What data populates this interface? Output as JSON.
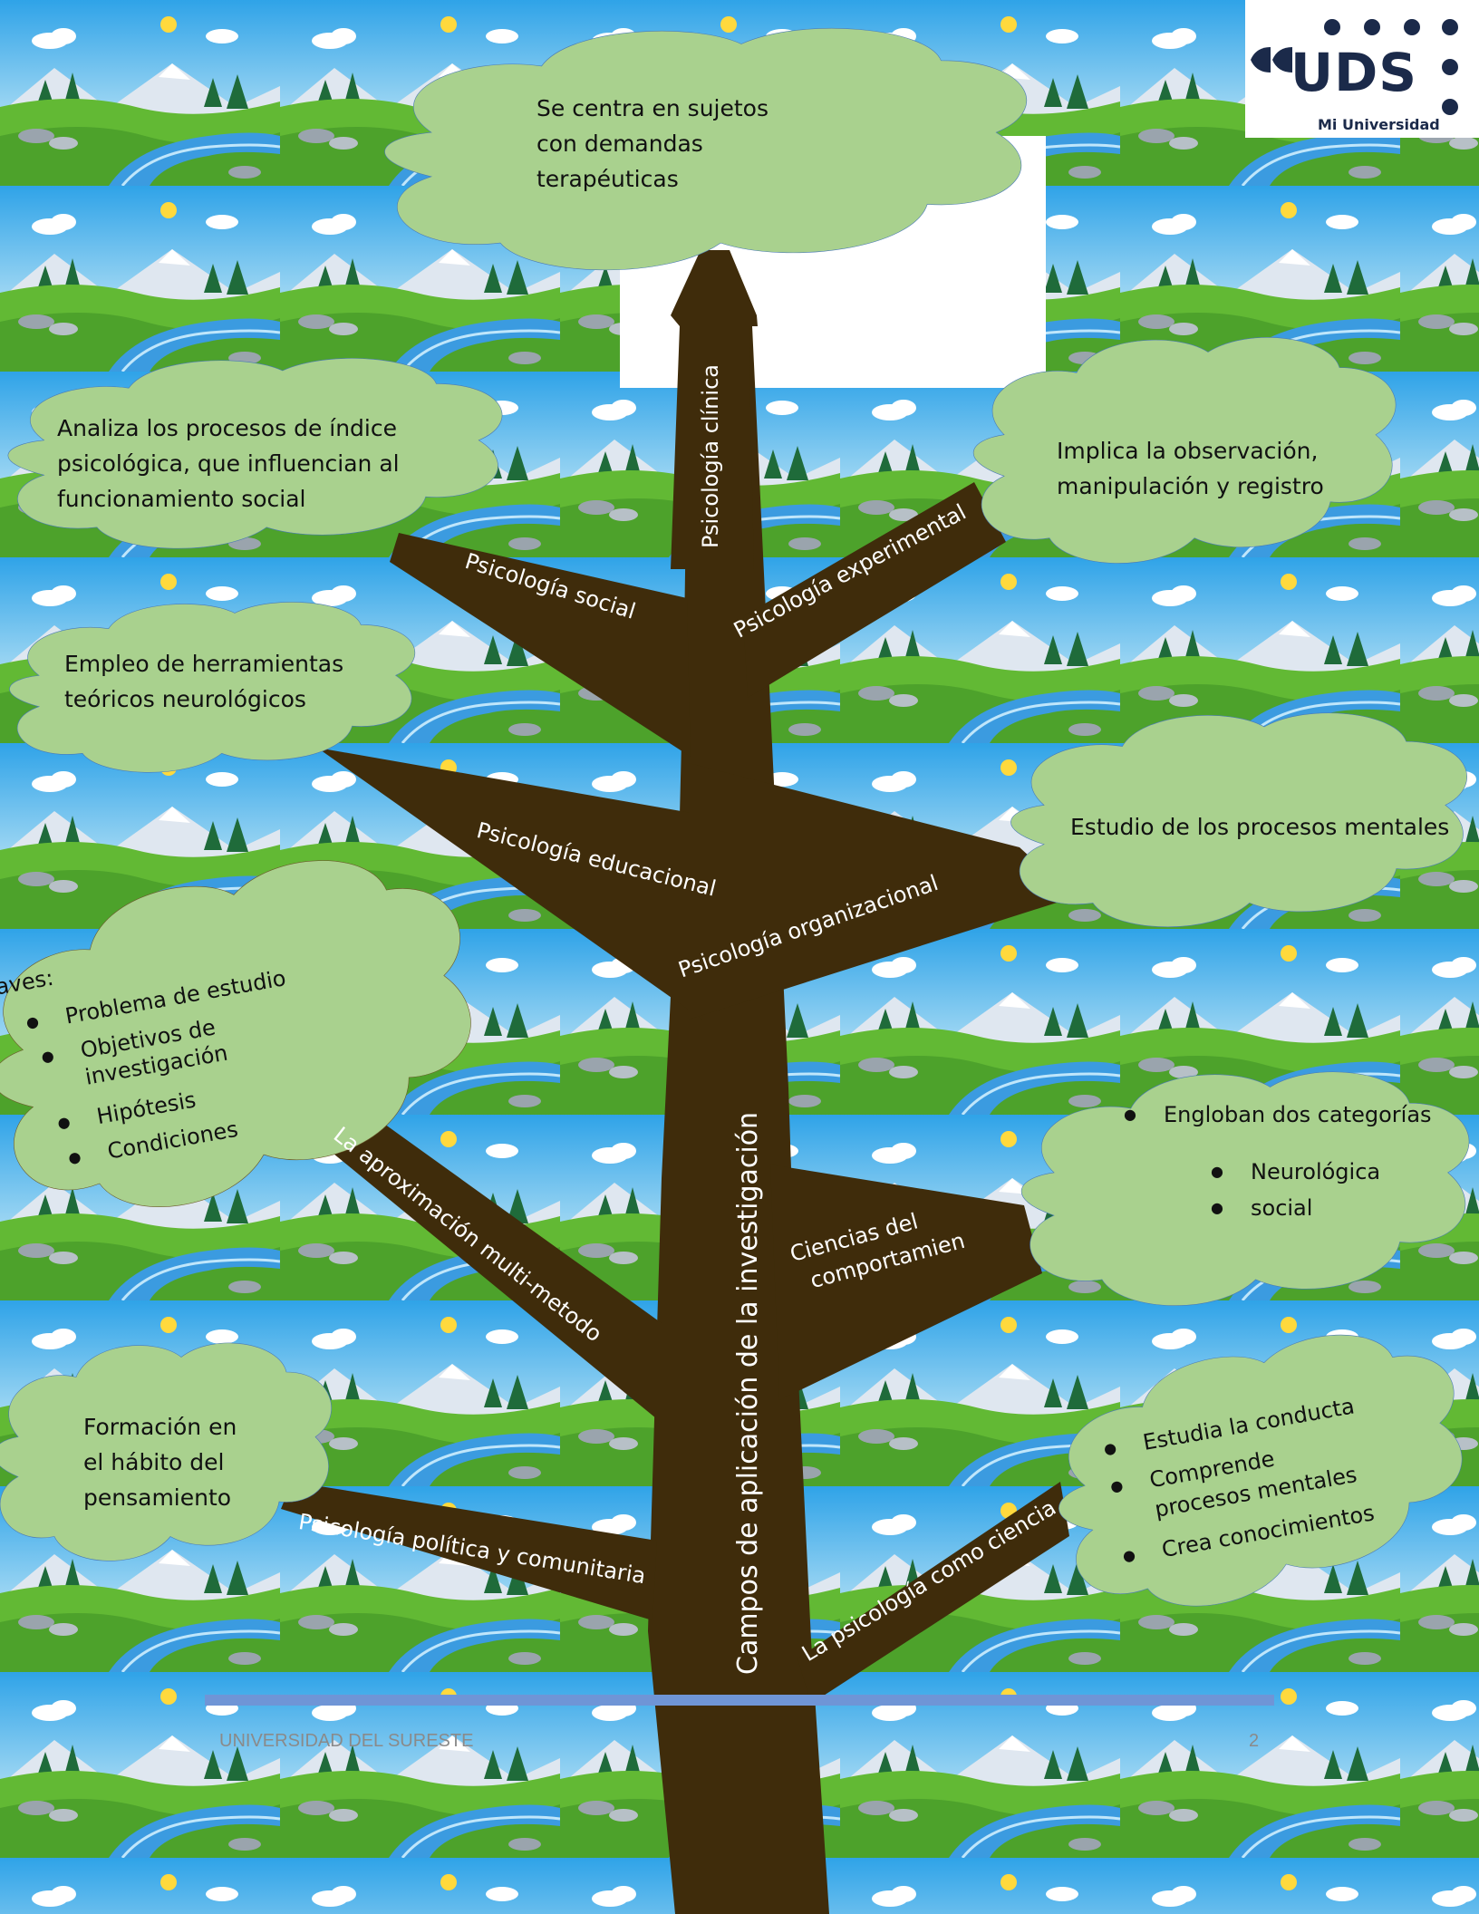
{
  "logo": {
    "text": "UDS",
    "subtitle": "Mi Universidad"
  },
  "trunk_label": "Campos de aplicación de la investigación",
  "branches": {
    "clinica": "Psicología clínica",
    "social": "Psicología social",
    "experimental": "Psicología experimental",
    "educacional": "Psicología educacional",
    "organizacional": "Psicología organizacional",
    "multimetodo": "La aproximación multi-metodo",
    "comportamiento": [
      "Ciencias del",
      "comportamien"
    ],
    "politica": "Psicología política y comunitaria",
    "ciencia": "La psicología como ciencia"
  },
  "clouds": {
    "top": [
      "Se centra en sujetos",
      "con demandas",
      "terapéuticas"
    ],
    "social": [
      "Analiza los procesos de índice",
      "psicológica, que influencian al",
      "funcionamiento social"
    ],
    "experimental": [
      "Implica la observación,",
      "manipulación y registro"
    ],
    "neuro": [
      "Empleo de herramientas",
      "teóricos neurológicos"
    ],
    "mentales": "Estudio de los procesos mentales",
    "claves": {
      "heading": "claves:",
      "items": [
        "Problema de estudio",
        "Objetivos de",
        "investigación",
        "Hipótesis",
        "Condiciones"
      ]
    },
    "categorias": {
      "heading": "Engloban dos categorías",
      "items": [
        "Neurológica",
        "social"
      ]
    },
    "habito": [
      "Formación en",
      "el hábito del",
      "pensamiento"
    ],
    "conducta": {
      "items": [
        "Estudia la conducta",
        "Comprende",
        "procesos mentales",
        "Crea conocimientos"
      ]
    }
  },
  "footer": {
    "institution": "UNIVERSIDAD DEL SURESTE",
    "page": "2"
  },
  "colors": {
    "cloud": "#a9d18e",
    "cloud_stroke": "#4a7ab5",
    "trunk": "#3f2c0b",
    "sky": "#39a8e6",
    "grass": "#5fb832"
  }
}
